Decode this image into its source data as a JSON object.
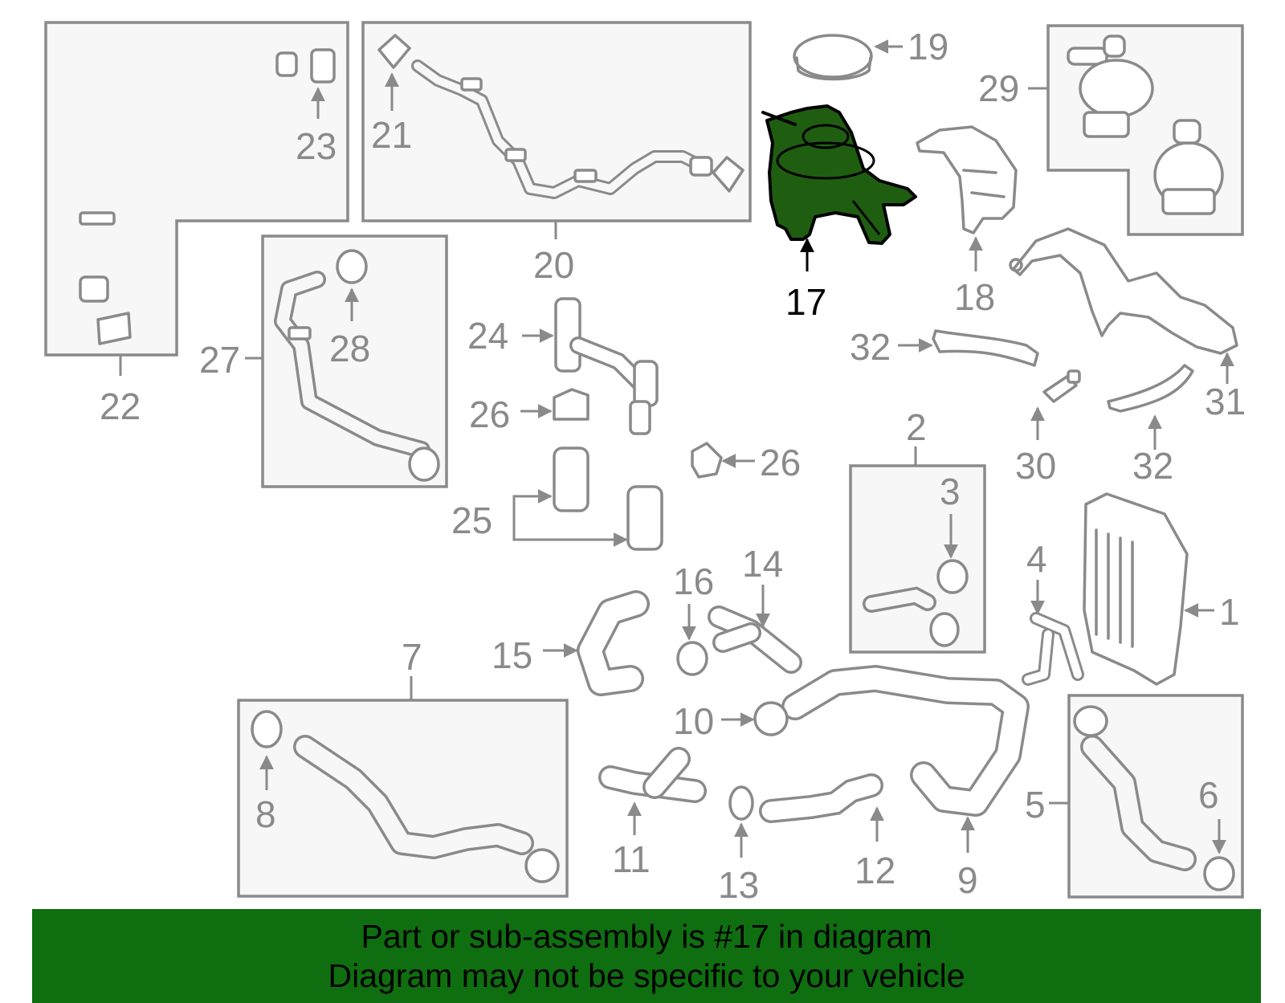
{
  "colors": {
    "highlight": "#1f5e10",
    "banner": "#0f6e0f",
    "line": "#8a8a8a"
  },
  "labels": {
    "l1": "1",
    "l2": "2",
    "l3": "3",
    "l4": "4",
    "l5": "5",
    "l6": "6",
    "l7": "7",
    "l8": "8",
    "l9": "9",
    "l10": "10",
    "l11": "11",
    "l12": "12",
    "l13": "13",
    "l14": "14",
    "l15": "15",
    "l16": "16",
    "l17": "17",
    "l18": "18",
    "l19": "19",
    "l20": "20",
    "l21": "21",
    "l22": "22",
    "l23": "23",
    "l24": "24",
    "l25": "25",
    "l26a": "26",
    "l26b": "26",
    "l27": "27",
    "l28": "28",
    "l29": "29",
    "l30": "30",
    "l31": "31",
    "l32a": "32",
    "l32b": "32"
  },
  "banner": {
    "line1": "Part or sub-assembly is #17 in diagram",
    "line2": "Diagram may not be specific to your vehicle"
  }
}
